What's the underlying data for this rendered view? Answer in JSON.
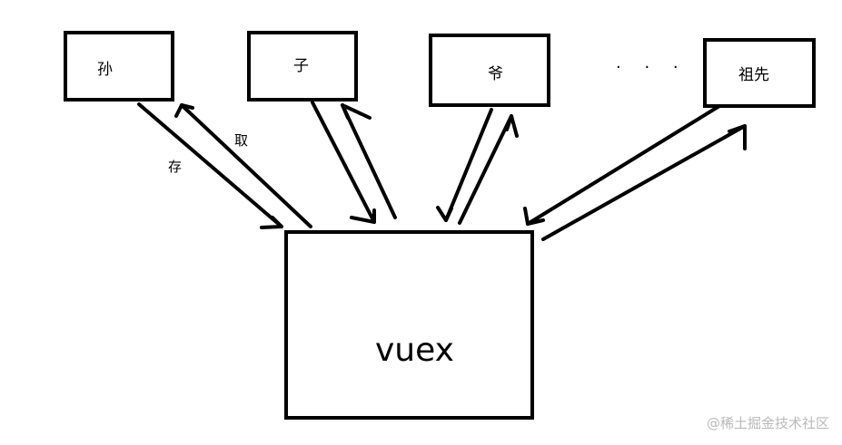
{
  "nodes": {
    "sun": "孙",
    "zi": "子",
    "ye": "爷",
    "zuxian": "祖先",
    "vuex": "vuex"
  },
  "ellipsis": "· · ·",
  "edge_labels": {
    "store": "存",
    "fetch": "取"
  },
  "watermark": "@稀土掘金技术社区"
}
